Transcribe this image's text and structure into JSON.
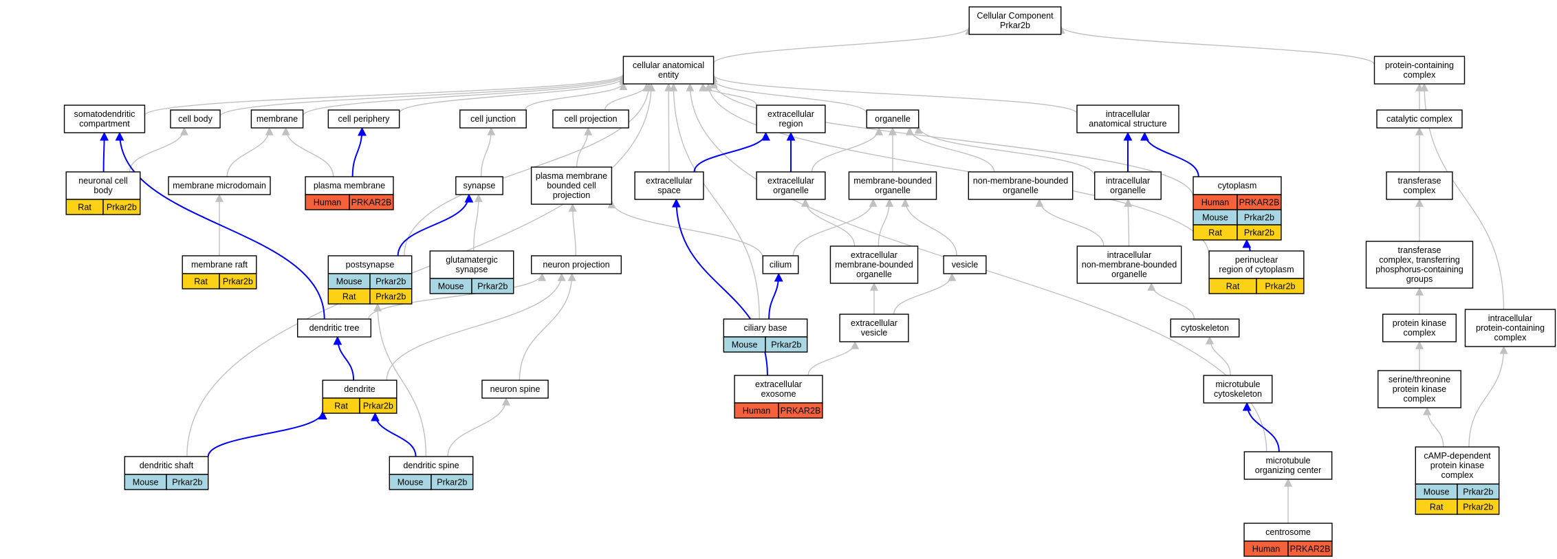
{
  "colors": {
    "Human": "#f4613a",
    "Mouse": "#a8d6e3",
    "Rat": "#fcd116",
    "edge_default": "#c0c0c0",
    "edge_highlight": "#0000ff"
  },
  "nodes": [
    {
      "id": "root",
      "lines": [
        "Cellular Component",
        "Prkar2b"
      ],
      "ann": []
    },
    {
      "id": "cae",
      "lines": [
        "cellular anatomical",
        "entity"
      ],
      "ann": []
    },
    {
      "id": "pcc",
      "lines": [
        "protein-containing",
        "complex"
      ],
      "ann": []
    },
    {
      "id": "sdc",
      "lines": [
        "somatodendritic",
        "compartment"
      ],
      "ann": []
    },
    {
      "id": "cellbody",
      "lines": [
        "cell body"
      ],
      "ann": []
    },
    {
      "id": "membrane",
      "lines": [
        "membrane"
      ],
      "ann": []
    },
    {
      "id": "cellperiph",
      "lines": [
        "cell periphery"
      ],
      "ann": []
    },
    {
      "id": "celljunc",
      "lines": [
        "cell junction"
      ],
      "ann": []
    },
    {
      "id": "cellproj",
      "lines": [
        "cell projection"
      ],
      "ann": []
    },
    {
      "id": "extreg",
      "lines": [
        "extracellular",
        "region"
      ],
      "ann": []
    },
    {
      "id": "organelle",
      "lines": [
        "organelle"
      ],
      "ann": []
    },
    {
      "id": "ias",
      "lines": [
        "intracellular",
        "anatomical structure"
      ],
      "ann": []
    },
    {
      "id": "catcomp",
      "lines": [
        "catalytic complex"
      ],
      "ann": []
    },
    {
      "id": "ncb",
      "lines": [
        "neuronal cell",
        "body"
      ],
      "ann": [
        {
          "sp": "Rat",
          "gene": "Prkar2b"
        }
      ]
    },
    {
      "id": "memmicro",
      "lines": [
        "membrane microdomain"
      ],
      "ann": []
    },
    {
      "id": "plasmamem",
      "lines": [
        "plasma membrane"
      ],
      "ann": [
        {
          "sp": "Human",
          "gene": "PRKAR2B"
        }
      ]
    },
    {
      "id": "synapse",
      "lines": [
        "synapse"
      ],
      "ann": []
    },
    {
      "id": "pmbcp",
      "lines": [
        "plasma membrane",
        "bounded cell",
        "projection"
      ],
      "ann": []
    },
    {
      "id": "extspace",
      "lines": [
        "extracellular",
        "space"
      ],
      "ann": []
    },
    {
      "id": "extorg",
      "lines": [
        "extracellular",
        "organelle"
      ],
      "ann": []
    },
    {
      "id": "mbo",
      "lines": [
        "membrane-bounded",
        "organelle"
      ],
      "ann": []
    },
    {
      "id": "nmbo",
      "lines": [
        "non-membrane-bounded",
        "organelle"
      ],
      "ann": []
    },
    {
      "id": "intraorg",
      "lines": [
        "intracellular",
        "organelle"
      ],
      "ann": []
    },
    {
      "id": "cytoplasm",
      "lines": [
        "cytoplasm"
      ],
      "ann": [
        {
          "sp": "Human",
          "gene": "PRKAR2B"
        },
        {
          "sp": "Mouse",
          "gene": "Prkar2b"
        },
        {
          "sp": "Rat",
          "gene": "Prkar2b"
        }
      ]
    },
    {
      "id": "transf",
      "lines": [
        "transferase",
        "complex"
      ],
      "ann": []
    },
    {
      "id": "memraft",
      "lines": [
        "membrane raft"
      ],
      "ann": [
        {
          "sp": "Rat",
          "gene": "Prkar2b"
        }
      ]
    },
    {
      "id": "postsyn",
      "lines": [
        "postsynapse"
      ],
      "ann": [
        {
          "sp": "Mouse",
          "gene": "Prkar2b"
        },
        {
          "sp": "Rat",
          "gene": "Prkar2b"
        }
      ]
    },
    {
      "id": "glusyn",
      "lines": [
        "glutamatergic",
        "synapse"
      ],
      "ann": [
        {
          "sp": "Mouse",
          "gene": "Prkar2b"
        }
      ]
    },
    {
      "id": "neuproj",
      "lines": [
        "neuron projection"
      ],
      "ann": []
    },
    {
      "id": "cilium",
      "lines": [
        "cilium"
      ],
      "ann": []
    },
    {
      "id": "embo",
      "lines": [
        "extracellular",
        "membrane-bounded",
        "organelle"
      ],
      "ann": []
    },
    {
      "id": "vesicle",
      "lines": [
        "vesicle"
      ],
      "ann": []
    },
    {
      "id": "inmbo",
      "lines": [
        "intracellular",
        "non-membrane-bounded",
        "organelle"
      ],
      "ann": []
    },
    {
      "id": "perinuc",
      "lines": [
        "perinuclear",
        "region of cytoplasm"
      ],
      "ann": [
        {
          "sp": "Rat",
          "gene": "Prkar2b"
        }
      ]
    },
    {
      "id": "tctpg",
      "lines": [
        "transferase",
        "complex, transferring",
        "phosphorus-containing",
        "groups"
      ],
      "ann": []
    },
    {
      "id": "dentree",
      "lines": [
        "dendritic tree"
      ],
      "ann": []
    },
    {
      "id": "ciliarybase",
      "lines": [
        "ciliary base"
      ],
      "ann": [
        {
          "sp": "Mouse",
          "gene": "Prkar2b"
        }
      ]
    },
    {
      "id": "extves",
      "lines": [
        "extracellular",
        "vesicle"
      ],
      "ann": []
    },
    {
      "id": "cytoskel",
      "lines": [
        "cytoskeleton"
      ],
      "ann": []
    },
    {
      "id": "pkc",
      "lines": [
        "protein kinase",
        "complex"
      ],
      "ann": []
    },
    {
      "id": "ipcc",
      "lines": [
        "intracellular",
        "protein-containing",
        "complex"
      ],
      "ann": []
    },
    {
      "id": "dendrite",
      "lines": [
        "dendrite"
      ],
      "ann": [
        {
          "sp": "Rat",
          "gene": "Prkar2b"
        }
      ]
    },
    {
      "id": "neuspine",
      "lines": [
        "neuron spine"
      ],
      "ann": []
    },
    {
      "id": "extexo",
      "lines": [
        "extracellular",
        "exosome"
      ],
      "ann": [
        {
          "sp": "Human",
          "gene": "PRKAR2B"
        }
      ]
    },
    {
      "id": "mtcyto",
      "lines": [
        "microtubule",
        "cytoskeleton"
      ],
      "ann": []
    },
    {
      "id": "stpkc",
      "lines": [
        "serine/threonine",
        "protein kinase",
        "complex"
      ],
      "ann": []
    },
    {
      "id": "denshaft",
      "lines": [
        "dendritic shaft"
      ],
      "ann": [
        {
          "sp": "Mouse",
          "gene": "Prkar2b"
        }
      ]
    },
    {
      "id": "denspine",
      "lines": [
        "dendritic spine"
      ],
      "ann": [
        {
          "sp": "Mouse",
          "gene": "Prkar2b"
        }
      ]
    },
    {
      "id": "mtoc",
      "lines": [
        "microtubule",
        "organizing center"
      ],
      "ann": []
    },
    {
      "id": "camp",
      "lines": [
        "cAMP-dependent",
        "protein kinase",
        "complex"
      ],
      "ann": [
        {
          "sp": "Mouse",
          "gene": "Prkar2b"
        },
        {
          "sp": "Rat",
          "gene": "Prkar2b"
        }
      ]
    },
    {
      "id": "centrosome",
      "lines": [
        "centrosome"
      ],
      "ann": [
        {
          "sp": "Human",
          "gene": "PRKAR2B"
        }
      ]
    }
  ],
  "edges": [
    {
      "from": "cae",
      "to": "root",
      "hl": false
    },
    {
      "from": "pcc",
      "to": "root",
      "hl": false
    },
    {
      "from": "sdc",
      "to": "cae",
      "hl": false
    },
    {
      "from": "cellbody",
      "to": "cae",
      "hl": false
    },
    {
      "from": "membrane",
      "to": "cae",
      "hl": false
    },
    {
      "from": "cellperiph",
      "to": "cae",
      "hl": false
    },
    {
      "from": "celljunc",
      "to": "cae",
      "hl": false
    },
    {
      "from": "cellproj",
      "to": "cae",
      "hl": false
    },
    {
      "from": "extreg",
      "to": "cae",
      "hl": false
    },
    {
      "from": "organelle",
      "to": "cae",
      "hl": false
    },
    {
      "from": "ias",
      "to": "cae",
      "hl": false
    },
    {
      "from": "extspace",
      "to": "cae",
      "hl": false
    },
    {
      "from": "cytoplasm",
      "to": "cae",
      "hl": false
    },
    {
      "from": "perinuc",
      "to": "cae",
      "hl": false
    },
    {
      "from": "postsyn",
      "to": "cae",
      "hl": false
    },
    {
      "from": "ciliarybase",
      "to": "cae",
      "hl": false
    },
    {
      "from": "mtoc",
      "to": "cae",
      "hl": false
    },
    {
      "from": "denshaft",
      "to": "cae",
      "hl": false
    },
    {
      "from": "ncb",
      "to": "sdc",
      "hl": true
    },
    {
      "from": "ncb",
      "to": "cellbody",
      "hl": false
    },
    {
      "from": "memmicro",
      "to": "membrane",
      "hl": false
    },
    {
      "from": "plasmamem",
      "to": "membrane",
      "hl": false
    },
    {
      "from": "plasmamem",
      "to": "cellperiph",
      "hl": true
    },
    {
      "from": "synapse",
      "to": "celljunc",
      "hl": false
    },
    {
      "from": "pmbcp",
      "to": "cellproj",
      "hl": false
    },
    {
      "from": "extspace",
      "to": "extreg",
      "hl": true
    },
    {
      "from": "extorg",
      "to": "extreg",
      "hl": true
    },
    {
      "from": "extorg",
      "to": "organelle",
      "hl": false
    },
    {
      "from": "mbo",
      "to": "organelle",
      "hl": false
    },
    {
      "from": "nmbo",
      "to": "organelle",
      "hl": false
    },
    {
      "from": "intraorg",
      "to": "organelle",
      "hl": false
    },
    {
      "from": "intraorg",
      "to": "ias",
      "hl": true
    },
    {
      "from": "cytoplasm",
      "to": "ias",
      "hl": true
    },
    {
      "from": "catcomp",
      "to": "pcc",
      "hl": false
    },
    {
      "from": "transf",
      "to": "catcomp",
      "hl": false
    },
    {
      "from": "memraft",
      "to": "memmicro",
      "hl": false
    },
    {
      "from": "postsyn",
      "to": "synapse",
      "hl": true
    },
    {
      "from": "glusyn",
      "to": "synapse",
      "hl": false
    },
    {
      "from": "neuproj",
      "to": "pmbcp",
      "hl": false
    },
    {
      "from": "cilium",
      "to": "pmbcp",
      "hl": false
    },
    {
      "from": "cilium",
      "to": "mbo",
      "hl": false
    },
    {
      "from": "embo",
      "to": "extorg",
      "hl": false
    },
    {
      "from": "embo",
      "to": "mbo",
      "hl": false
    },
    {
      "from": "vesicle",
      "to": "mbo",
      "hl": false
    },
    {
      "from": "inmbo",
      "to": "nmbo",
      "hl": false
    },
    {
      "from": "inmbo",
      "to": "intraorg",
      "hl": false
    },
    {
      "from": "perinuc",
      "to": "cytoplasm",
      "hl": true
    },
    {
      "from": "tctpg",
      "to": "transf",
      "hl": false
    },
    {
      "from": "dentree",
      "to": "sdc",
      "hl": true
    },
    {
      "from": "dentree",
      "to": "neuproj",
      "hl": false
    },
    {
      "from": "ciliarybase",
      "to": "cilium",
      "hl": true
    },
    {
      "from": "extves",
      "to": "embo",
      "hl": false
    },
    {
      "from": "extves",
      "to": "vesicle",
      "hl": false
    },
    {
      "from": "cytoskel",
      "to": "inmbo",
      "hl": false
    },
    {
      "from": "pkc",
      "to": "tctpg",
      "hl": false
    },
    {
      "from": "ipcc",
      "to": "pcc",
      "hl": false
    },
    {
      "from": "dendrite",
      "to": "dentree",
      "hl": true
    },
    {
      "from": "dendrite",
      "to": "neuproj",
      "hl": false
    },
    {
      "from": "neuspine",
      "to": "neuproj",
      "hl": false
    },
    {
      "from": "extexo",
      "to": "extspace",
      "hl": true
    },
    {
      "from": "extexo",
      "to": "extves",
      "hl": false
    },
    {
      "from": "mtcyto",
      "to": "cytoskel",
      "hl": false
    },
    {
      "from": "stpkc",
      "to": "pkc",
      "hl": false
    },
    {
      "from": "denshaft",
      "to": "dendrite",
      "hl": true
    },
    {
      "from": "denspine",
      "to": "dendrite",
      "hl": true
    },
    {
      "from": "denspine",
      "to": "postsyn",
      "hl": false
    },
    {
      "from": "denspine",
      "to": "neuspine",
      "hl": false
    },
    {
      "from": "mtoc",
      "to": "mtcyto",
      "hl": true
    },
    {
      "from": "camp",
      "to": "stpkc",
      "hl": false
    },
    {
      "from": "camp",
      "to": "ipcc",
      "hl": false
    },
    {
      "from": "centrosome",
      "to": "mtoc",
      "hl": false
    }
  ]
}
